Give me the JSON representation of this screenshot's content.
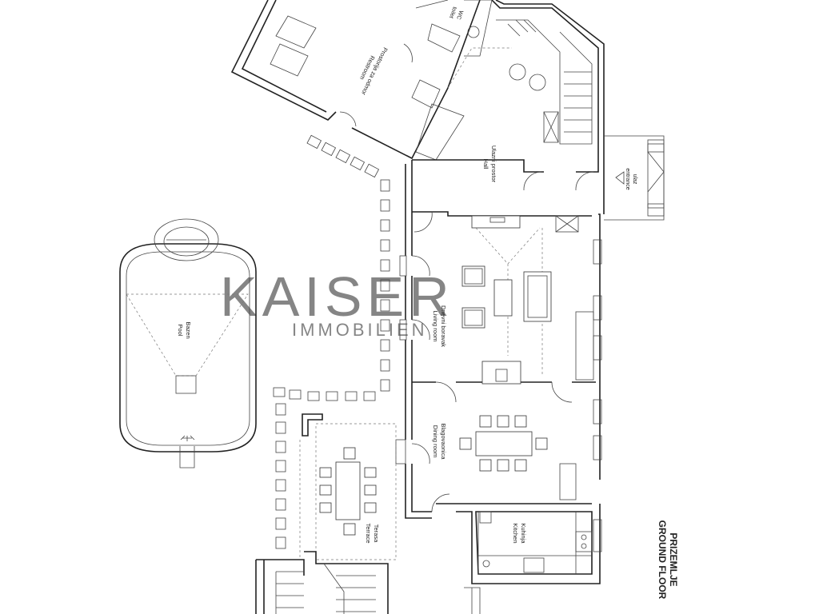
{
  "floor": {
    "title_local": "PRIZEMLJE",
    "title_en": "GROUND FLOOR"
  },
  "watermark": {
    "brand": "KAISER",
    "sub": "IMMOBILIEN"
  },
  "rooms": {
    "restroom_local": "Prostorija za odmor",
    "restroom_en": "Restroom",
    "wc_local": "WC",
    "wc_en": "toilet",
    "hall_local": "Ulazni prostor",
    "hall_en": "Hall",
    "entrance_local": "ulaz",
    "entrance_en": "entrance",
    "living_local": "Dnevni boravak",
    "living_en": "Living room",
    "dining_local": "Blagovaonica",
    "dining_en": "Dining room",
    "kitchen_local": "Kuhinja",
    "kitchen_en": "Kitchen",
    "terrace_local": "Terasa",
    "terrace_en": "Terrace",
    "pool_local": "Bazen",
    "pool_en": "Pool"
  }
}
